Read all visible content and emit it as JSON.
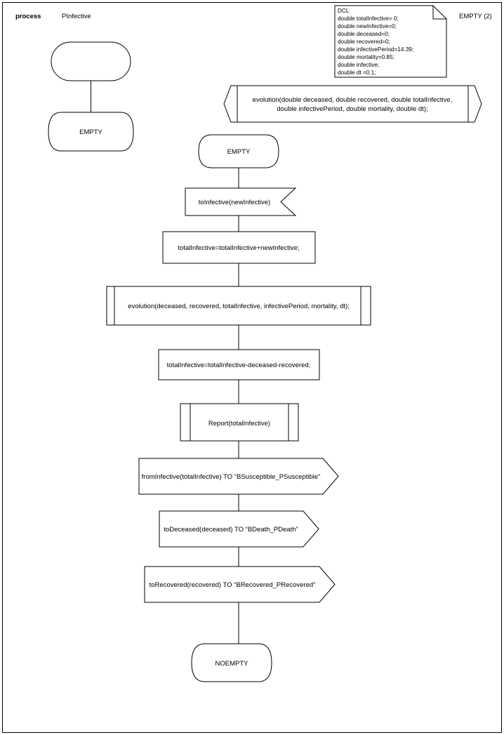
{
  "header": {
    "keyword": "process",
    "name": "PInfective",
    "page_label": "EMPTY (2)"
  },
  "declaration_note": {
    "lines": [
      "DCL",
      "double totalInfective= 0;",
      "double newInfective=0;",
      "double deceased=0;",
      "double recovered=0;",
      "double infectivePeriod=14.39;",
      "double mortality=0.85;",
      "double infective;",
      "double dt =0.1;"
    ]
  },
  "procedure_declaration": {
    "line1": "evolution(double deceased, double recovered, double totalInfective,",
    "line2": "double infectivePeriod, double mortality, double dt);"
  },
  "init_branch": {
    "start_label": "",
    "state_label": "EMPTY"
  },
  "flow": {
    "state_start": "EMPTY",
    "input_signal": "toInfective(newInfective)",
    "task_1": "totalInfective=totalInfective+newInfective;",
    "procedure_call": "evolution(deceased, recovered, totalInfective, infectivePeriod, mortality, dt);",
    "task_2": "totalInfective=totalInfective-deceased-recovered;",
    "report_call": "Report(totalInfective)",
    "output_1": "fromInfective(totalInfective) TO “BSusceptible_PSusceptible”",
    "output_2": "toDeceased(deceased) TO “BDeath_PDeath”",
    "output_3": "toRecovered(recovered) TO “BRecovered_PRecovered”",
    "state_end": "NOEMPTY"
  },
  "colors": {
    "stroke": "#000000",
    "fill": "#ffffff",
    "text": "#000000"
  }
}
